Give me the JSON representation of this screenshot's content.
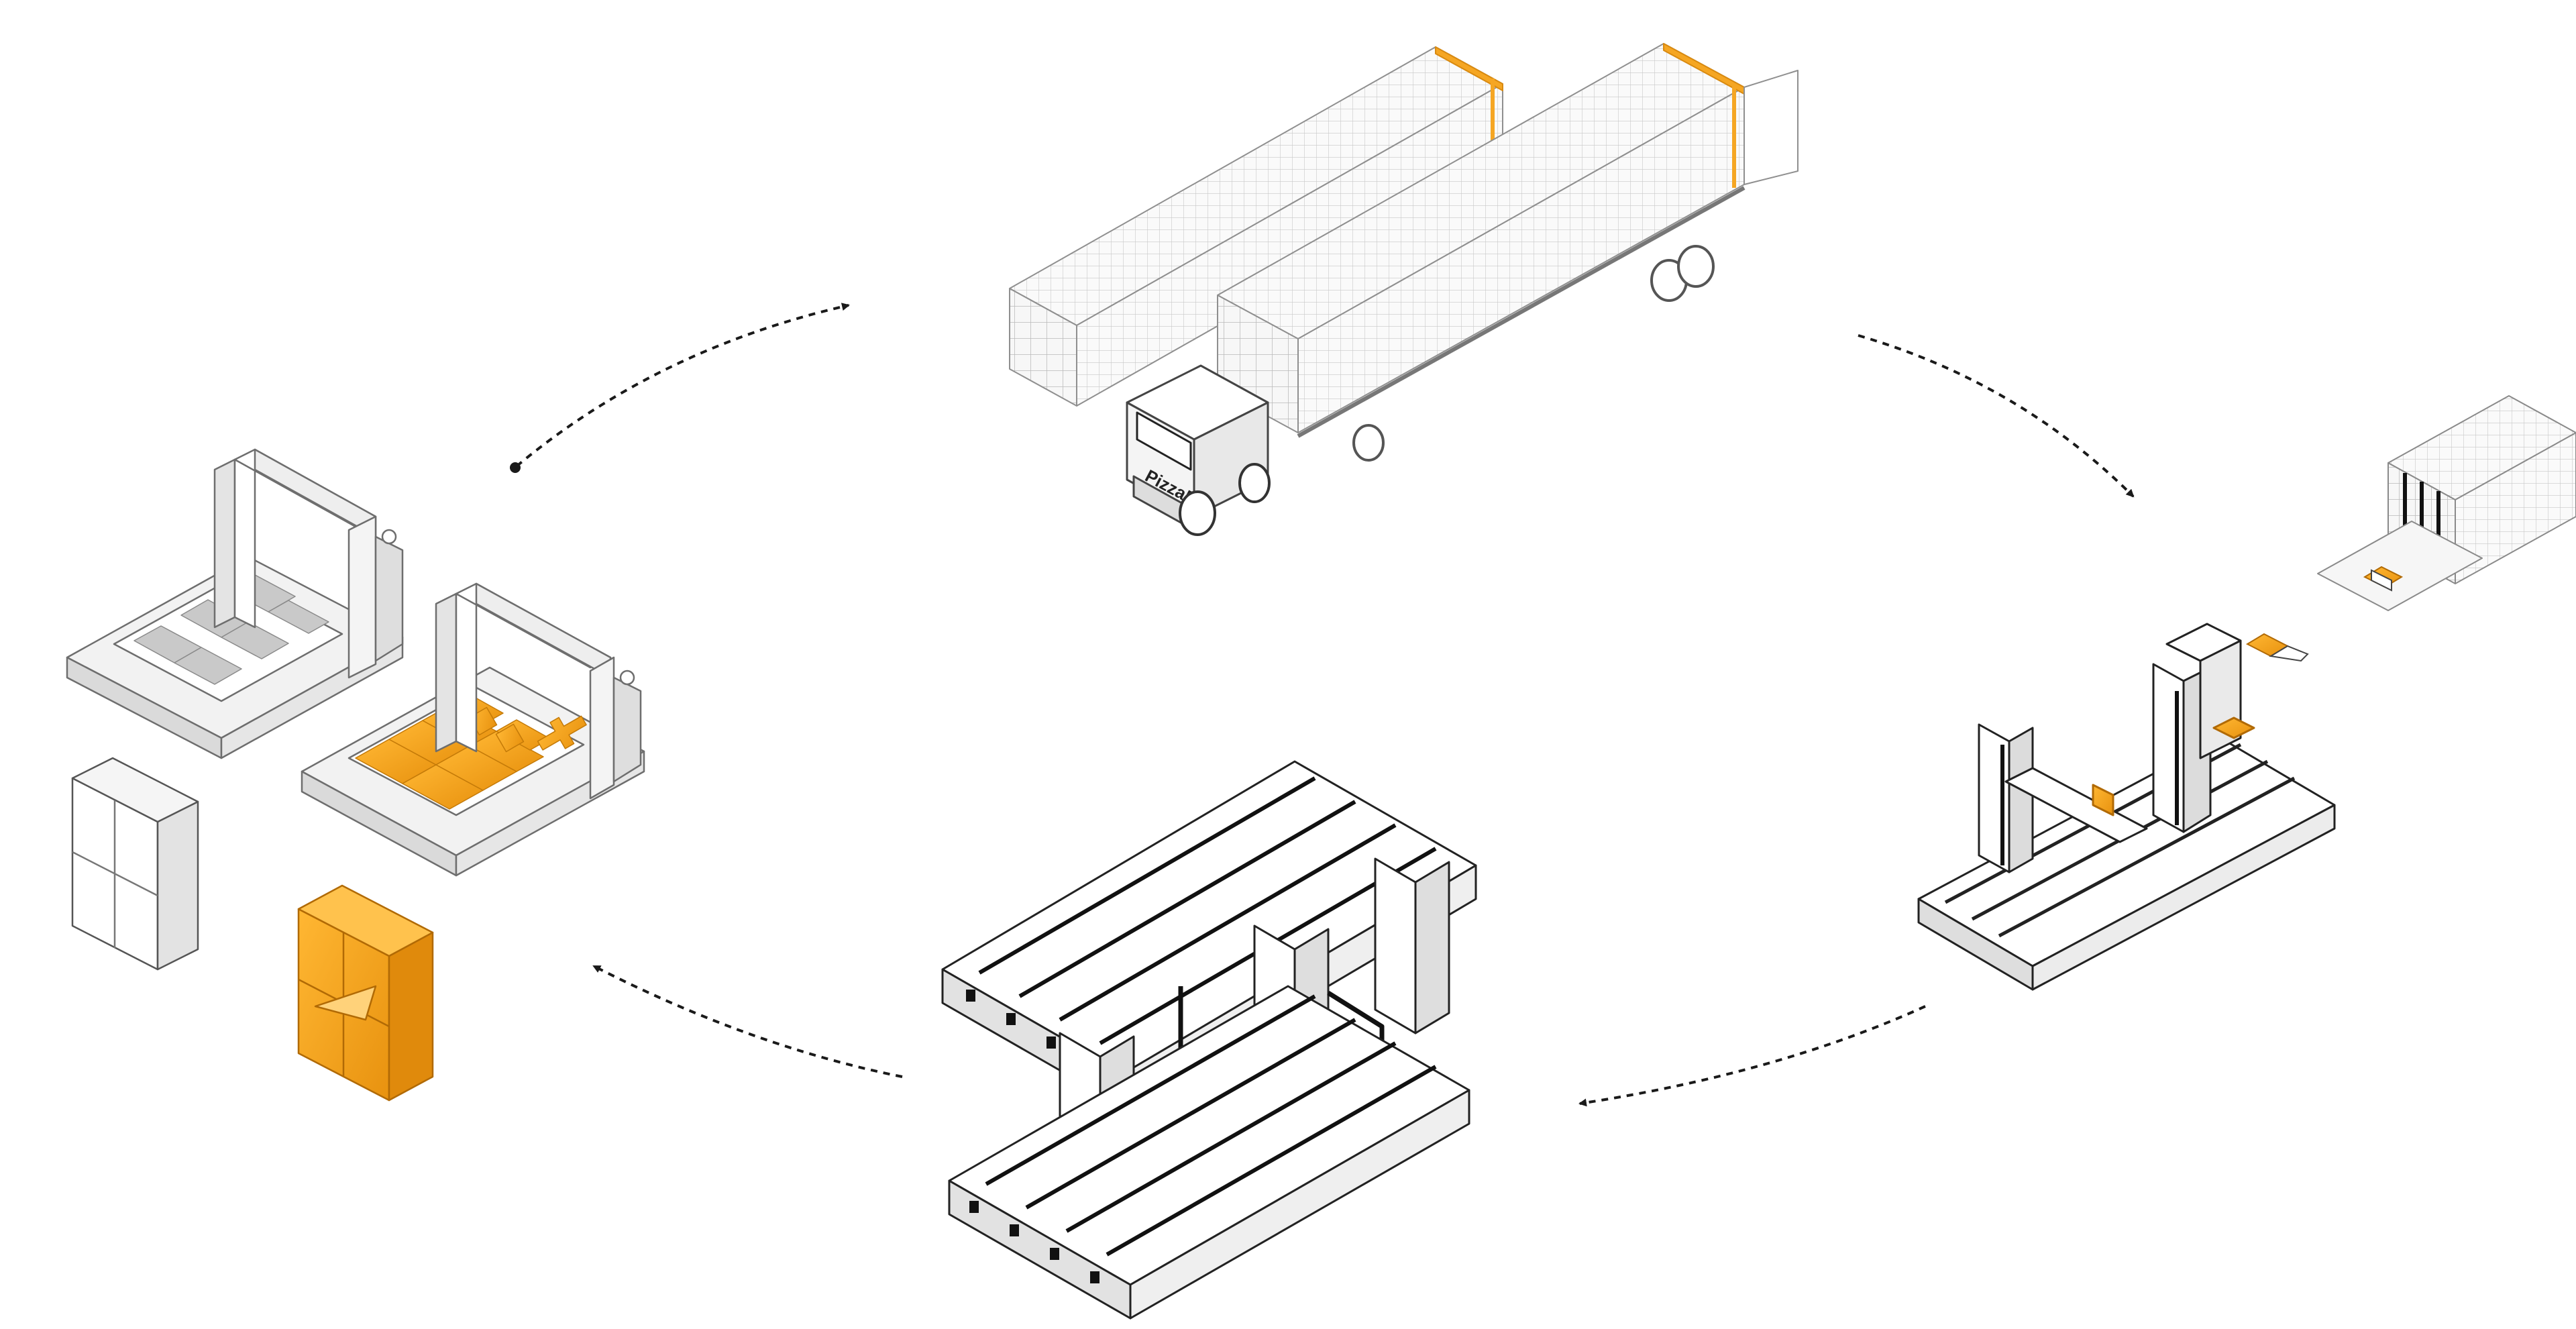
{
  "diagram": {
    "kind": "circular-process",
    "colors": {
      "background": "#ffffff",
      "accent": "#f5a623",
      "accent_dark": "#d98a10",
      "line": "#1a1a1a",
      "block_face": "#ffffff",
      "block_side": "#dcdcdc",
      "block_shadow": "#bdbdbd"
    },
    "truck": {
      "cab_lettering": "PizzaBot"
    },
    "stages": [
      {
        "id": "fabrication",
        "icon": "cnc-machines-icon"
      },
      {
        "id": "shipping",
        "icon": "truck-containers-icon"
      },
      {
        "id": "robotic-assembly",
        "icon": "assembly-robot-icon"
      },
      {
        "id": "finished-structure",
        "icon": "lattice-structure-icon"
      }
    ],
    "arrows": [
      {
        "from": "fabrication",
        "to": "shipping"
      },
      {
        "from": "shipping",
        "to": "robotic-assembly"
      },
      {
        "from": "robotic-assembly",
        "to": "finished-structure"
      },
      {
        "from": "finished-structure",
        "to": "fabrication"
      }
    ]
  }
}
